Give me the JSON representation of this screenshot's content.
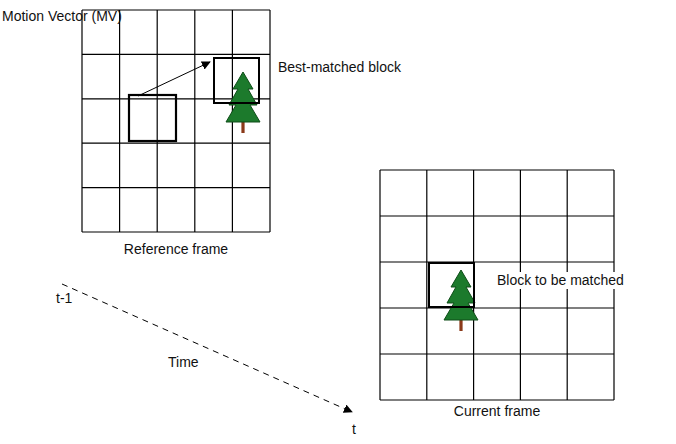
{
  "diagram": {
    "nodes": [
      {
        "text": [
          "Reference frame"
        ]
      },
      {
        "text": [
          "Best-matched block"
        ],
        "in": 0
      },
      {
        "text": [
          "Current frame"
        ]
      },
      {
        "text": [
          "Block to be matched"
        ],
        "in": 2
      }
    ],
    "labels": [
      "Motion Vector (MV)",
      "t-1",
      "Time",
      "t"
    ]
  }
}
